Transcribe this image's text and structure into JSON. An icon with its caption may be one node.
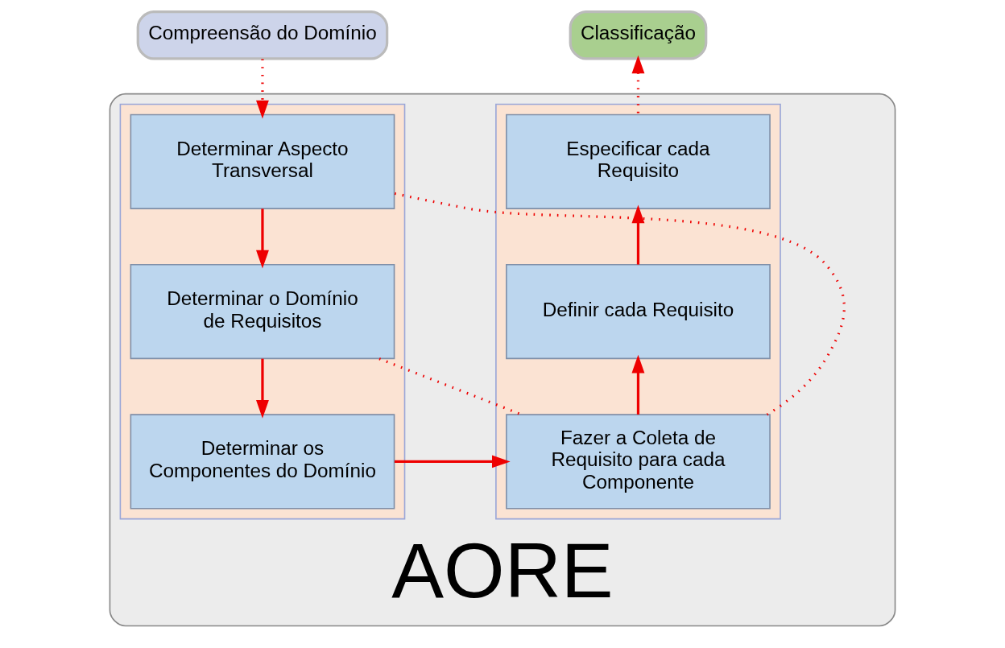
{
  "diagram": {
    "nodes": [
      {
        "text": [
          "Compreensão do Domínio"
        ]
      },
      {
        "text": [
          "Classificação"
        ]
      },
      {
        "text": [
          "AORE"
        ]
      },
      {
        "text": [],
        "shape": "box",
        "in": 2
      },
      {
        "text": [
          "Determinar Aspecto Transversal"
        ],
        "in": 3
      },
      {
        "text": [
          "Determinar o Domínio de Requisitos"
        ],
        "in": 3
      },
      {
        "text": [
          "Determinar os Componentes do Domínio"
        ],
        "in": 3
      },
      {
        "text": [],
        "shape": "box",
        "in": 2
      },
      {
        "text": [
          "Especificar cada Requisito"
        ],
        "in": 7
      },
      {
        "text": [
          "Definir cada Requisito"
        ],
        "in": 7
      },
      {
        "text": [
          "Fazer a Coleta de Requisito para cada Componente"
        ],
        "in": 7
      }
    ],
    "edges": [
      {
        "from": 0,
        "to": 4,
        "arrow": "to",
        "style": "dashed"
      },
      {
        "from": 4,
        "to": 5,
        "arrow": "to"
      },
      {
        "from": 5,
        "to": 6,
        "arrow": "to"
      },
      {
        "from": 6,
        "to": 10,
        "arrow": "to"
      },
      {
        "from": 10,
        "to": 9,
        "arrow": "to"
      },
      {
        "from": 9,
        "to": 8,
        "arrow": "to"
      },
      {
        "from": 8,
        "to": 1,
        "arrow": "to",
        "style": "dashed"
      },
      {
        "from": 4,
        "to": 10,
        "arrow": "none",
        "style": "dashed"
      },
      {
        "from": 5,
        "to": 10,
        "arrow": "none",
        "style": "dashed"
      }
    ]
  }
}
